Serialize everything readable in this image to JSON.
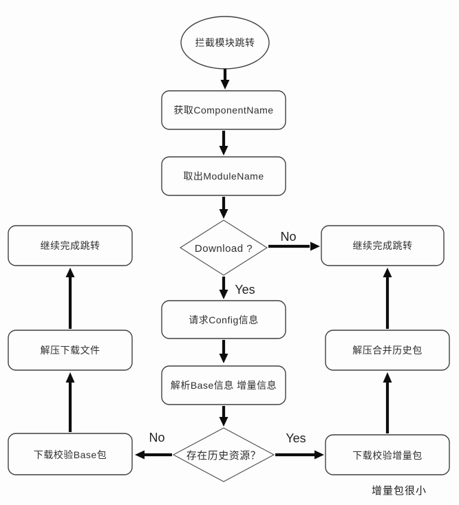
{
  "flowchart": {
    "nodes": {
      "start": "拦截模块跳转",
      "get_component_name": "获取ComponentName",
      "get_module_name": "取出ModuleName",
      "decision_download": "Download ?",
      "continue_jump_left": "继续完成跳转",
      "continue_jump_right": "继续完成跳转",
      "request_config": "请求Config信息",
      "parse_base_delta": "解析Base信息 增量信息",
      "decision_history": "存在历史资源？",
      "unzip_download_file": "解压下载文件",
      "download_verify_base": "下载校验Base包",
      "unzip_merge_history": "解压合并历史包",
      "download_verify_delta": "下载校验增量包"
    },
    "edge_labels": {
      "download_no": "No",
      "download_yes": "Yes",
      "history_no": "No",
      "history_yes": "Yes"
    },
    "annotation": "增量包很小",
    "colors": {
      "line": "#0d0d0d",
      "shape_stroke": "#3f3f3f",
      "background": "#fdfdfd"
    }
  }
}
